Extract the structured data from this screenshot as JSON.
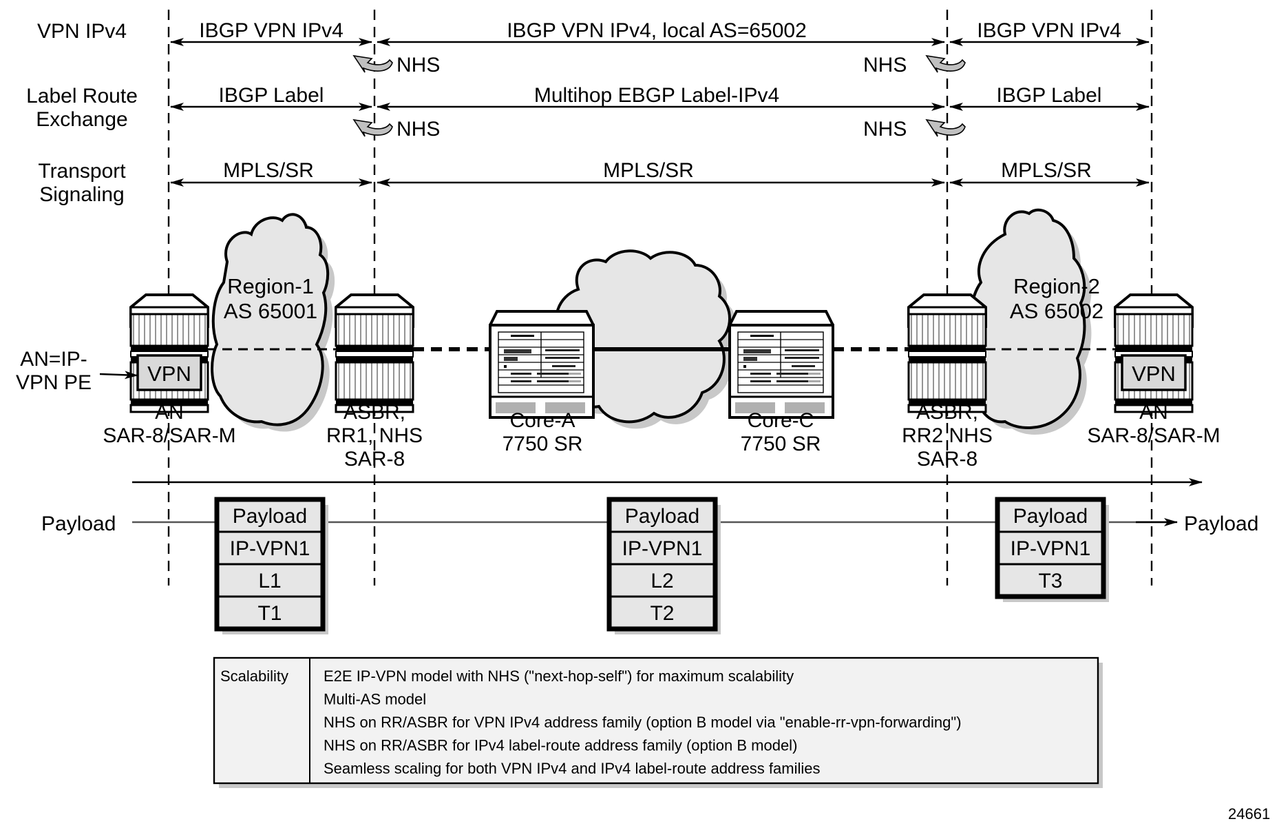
{
  "rows": [
    {
      "label_lines": [
        "VPN IPv4"
      ],
      "segments": [
        "IBGP VPN IPv4",
        "IBGP VPN IPv4, local AS=65002",
        "IBGP VPN IPv4"
      ],
      "nhs": [
        "NHS",
        "NHS"
      ]
    },
    {
      "label_lines": [
        "Label Route",
        "Exchange"
      ],
      "segments": [
        "IBGP Label",
        "Multihop EBGP Label-IPv4",
        "IBGP Label"
      ],
      "nhs": [
        "NHS",
        "NHS"
      ]
    },
    {
      "label_lines": [
        "Transport",
        "Signaling"
      ],
      "segments": [
        "MPLS/SR",
        "MPLS/SR",
        "MPLS/SR"
      ]
    }
  ],
  "clouds": [
    {
      "label_lines": [
        "Region-1",
        "AS 65001"
      ]
    },
    {
      "label_lines": [
        ""
      ]
    },
    {
      "label_lines": [
        "Region-2",
        "AS 65002"
      ]
    }
  ],
  "nodes": [
    {
      "id": "an-left",
      "lines": [
        "AN",
        "SAR-8/SAR-M"
      ],
      "badge": "VPN"
    },
    {
      "id": "asbr-1",
      "lines": [
        "ASBR,",
        "RR1, NHS",
        "SAR-8"
      ]
    },
    {
      "id": "core-a",
      "lines": [
        "Core-A",
        "7750 SR"
      ]
    },
    {
      "id": "core-c",
      "lines": [
        "Core-C",
        "7750 SR"
      ]
    },
    {
      "id": "asbr-2",
      "lines": [
        "ASBR,",
        "RR2 NHS",
        "SAR-8"
      ]
    },
    {
      "id": "an-right",
      "lines": [
        "AN",
        "SAR-8/SAR-M"
      ],
      "badge": "VPN"
    }
  ],
  "an_callout": [
    "AN=IP-",
    "VPN PE"
  ],
  "payload": {
    "in_label": "Payload",
    "out_label": "Payload",
    "stacks": [
      {
        "cells": [
          "Payload",
          "IP-VPN1",
          "L1",
          "T1"
        ]
      },
      {
        "cells": [
          "Payload",
          "IP-VPN1",
          "L2",
          "T2"
        ]
      },
      {
        "cells": [
          "Payload",
          "IP-VPN1",
          "T3"
        ]
      }
    ]
  },
  "table": {
    "header": "Scalability",
    "items": [
      "E2E IP-VPN model with NHS (\"next-hop-self\") for maximum scalability",
      "Multi-AS model",
      "NHS on RR/ASBR for VPN IPv4 address family (option B model via \"enable-rr-vpn-forwarding\")",
      "NHS on RR/ASBR for IPv4 label-route address family (option B model)",
      "Seamless scaling for both VPN IPv4 and IPv4 label-route address families"
    ]
  },
  "figure_id": "24661",
  "colors": {
    "cloud": "#e6e6e6",
    "shadow": "#c8c8c8",
    "table_bg": "#f2f2f2",
    "nhs_arrow": "#c0c0c0"
  }
}
